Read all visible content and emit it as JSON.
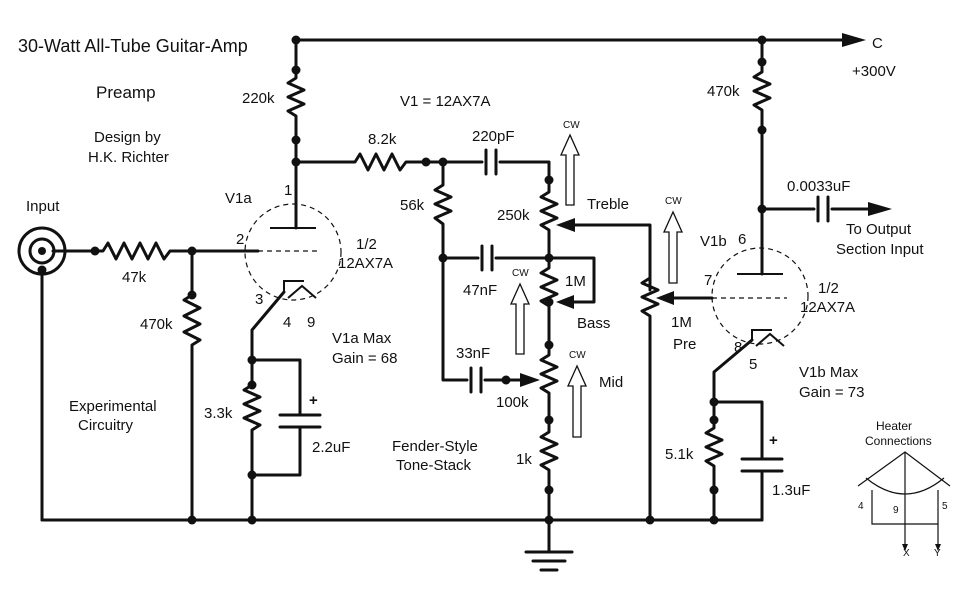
{
  "title": "30-Watt All-Tube Guitar-Amp",
  "section": "Preamp",
  "tube_type": "V1 = 12AX7A",
  "designer": [
    "Design by",
    "H.K. Richter"
  ],
  "input_label": "Input",
  "supply": {
    "node": "C",
    "voltage": "+300V"
  },
  "output_label": [
    "To Output",
    "Section Input"
  ],
  "stage_a": {
    "name": "V1a",
    "half": [
      "1/2",
      "12AX7A"
    ],
    "pins": [
      "1",
      "2",
      "3",
      "4",
      "9"
    ],
    "gain": [
      "V1a Max",
      "Gain = 68"
    ]
  },
  "stage_b": {
    "name": "V1b",
    "half": [
      "1/2",
      "12AX7A"
    ],
    "pins": [
      "6",
      "7",
      "8",
      "5"
    ],
    "gain": [
      "V1b Max",
      "Gain = 73"
    ]
  },
  "components": {
    "r_grid_stop": "47k",
    "r_input_load": "470k",
    "r_plate_a": "220k",
    "r_cathode_a": "3.3k",
    "c_cathode_a": "2.2uF",
    "r_slope": "8.2k",
    "r_56k": "56k",
    "c_treble": "220pF",
    "c_bass": "47nF",
    "c_mid": "33nF",
    "pot_treble": "250k",
    "pot_bass": "1M",
    "pot_mid": "100k",
    "r_1k": "1k",
    "pot_pre": "1M",
    "r_plate_b": "470k",
    "r_cathode_b": "5.1k",
    "c_cathode_b": "1.3uF",
    "c_coupling": "0.0033uF"
  },
  "pot_names": {
    "treble": "Treble",
    "bass": "Bass",
    "mid": "Mid",
    "pre": "Pre"
  },
  "cw": "CW",
  "polarity": "+",
  "notes": {
    "experimental": [
      "Experimental",
      "Circuitry"
    ],
    "tonestack": [
      "Fender-Style",
      "Tone-Stack"
    ]
  },
  "heater": {
    "title": [
      "Heater",
      "Connections"
    ],
    "pins": [
      "4",
      "9",
      "5"
    ],
    "supply": [
      "X",
      "Y"
    ]
  }
}
